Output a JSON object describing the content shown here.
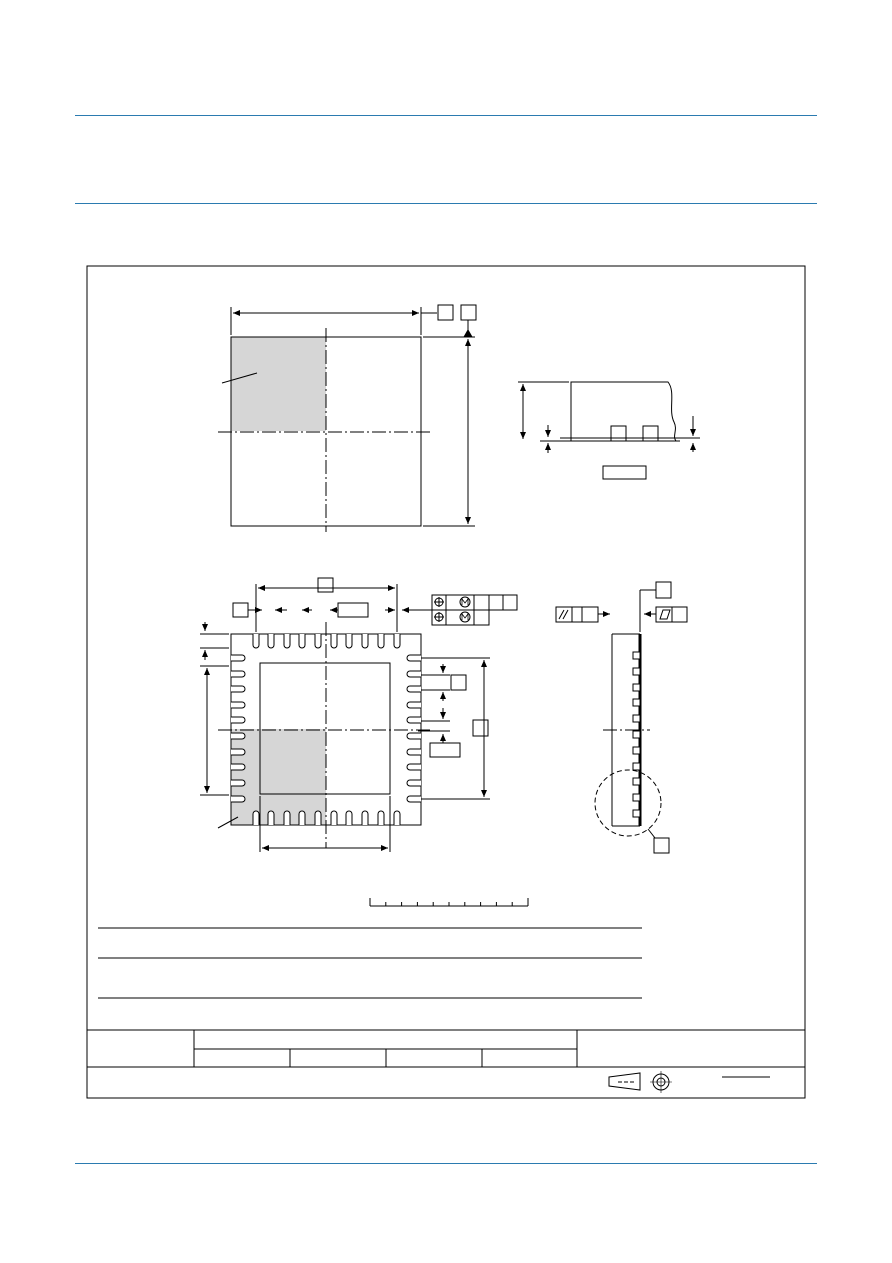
{
  "page": {
    "rule_color": "#2b7bb0",
    "frame_color": "#000000",
    "shade_color": "#d6d6d6"
  },
  "drawing": {
    "top_view": {
      "pin1_area": "shaded"
    },
    "side_view": {},
    "bottom_view": {},
    "detail_view": {
      "detail_circle": "dashed"
    },
    "scale_bar": {
      "ticks": 10
    },
    "title_block": {
      "icons": [
        "projection-cone-icon",
        "projection-target-icon"
      ]
    }
  }
}
